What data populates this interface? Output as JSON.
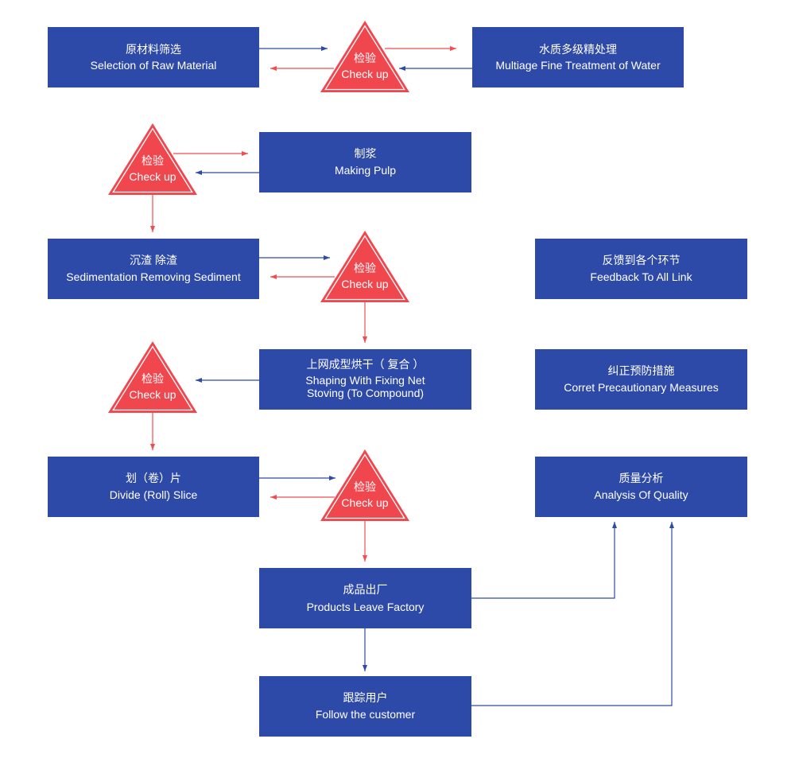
{
  "colors": {
    "box": "#2e4aa8",
    "check": "#f0474e",
    "arrow_blue": "#2e4aa8",
    "arrow_red": "#ef4d53"
  },
  "check_up": {
    "zh": "检验",
    "en": "Check up"
  },
  "steps": {
    "raw_material": {
      "zh": "原材料筛选",
      "en": "Selection of Raw Material"
    },
    "water_treatment": {
      "zh": "水质多级精处理",
      "en": "Multiage Fine Treatment of Water"
    },
    "making_pulp": {
      "zh": "制浆",
      "en": "Making Pulp"
    },
    "sedimentation": {
      "zh": "沉渣 除渣",
      "en": "Sedimentation Removing Sediment"
    },
    "shaping": {
      "zh": "上网成型烘干（ 复合 ）",
      "en": [
        "Shaping With Fixing Net",
        "Stoving (To Compound)"
      ]
    },
    "divide": {
      "zh": "划（卷）片",
      "en": "Divide (Roll) Slice"
    },
    "leave_factory": {
      "zh": "成品出厂",
      "en": "Products Leave Factory"
    },
    "follow_customer": {
      "zh": "跟踪用户",
      "en": "Follow the customer"
    },
    "feedback": {
      "zh": "反馈到各个环节",
      "en": "Feedback To All Link"
    },
    "corrective": {
      "zh": "纠正预防措施",
      "en": "Corret Precautionary Measures"
    },
    "quality_analysis": {
      "zh": "质量分析",
      "en": "Analysis Of Quality"
    }
  }
}
